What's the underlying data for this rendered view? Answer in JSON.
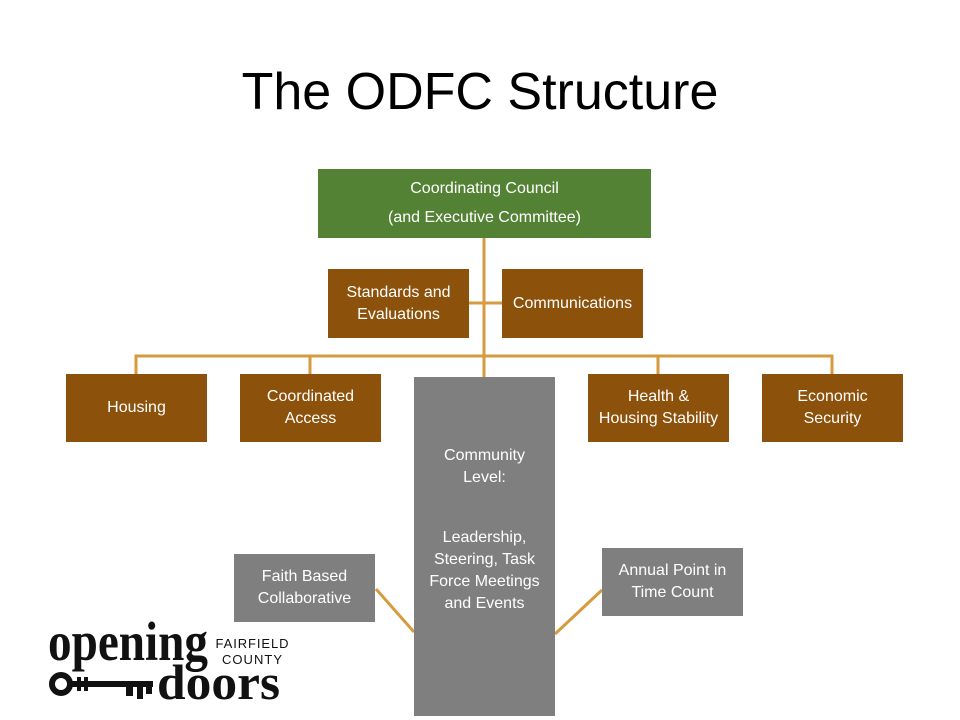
{
  "title": "The ODFC Structure",
  "colors": {
    "council_fill": "#548235",
    "committee_fill": "#8C510A",
    "community_fill": "#7F7F7F",
    "connector": "#D69A3F",
    "box_text": "#FFFFFF",
    "title_text": "#000000",
    "logo_ink": "#111111"
  },
  "council": {
    "lines": [
      "Coordinating Council",
      "(and Executive Committee)"
    ]
  },
  "support_committees": [
    {
      "lines": [
        "Standards and",
        "Evaluations"
      ]
    },
    {
      "lines": [
        "Communications"
      ]
    }
  ],
  "work_groups": [
    {
      "lines": [
        "Housing"
      ]
    },
    {
      "lines": [
        "Coordinated",
        "Access"
      ]
    },
    {
      "lines": [
        "Health &",
        "Housing Stability"
      ]
    },
    {
      "lines": [
        "Economic",
        "Security"
      ]
    }
  ],
  "community_level": {
    "heading_lines": [
      "Community",
      "Level:"
    ],
    "body_lines": [
      "Leadership,",
      "Steering, Task",
      "Force Meetings",
      "and Events"
    ]
  },
  "community_links": [
    {
      "lines": [
        "Faith Based",
        "Collaborative"
      ]
    },
    {
      "lines": [
        "Annual Point in",
        "Time Count"
      ]
    }
  ],
  "logo": {
    "word_top": "opening",
    "word_bottom": "doors",
    "region_line1": "FAIRFIELD",
    "region_line2": "COUNTY",
    "icon": "key-icon"
  }
}
